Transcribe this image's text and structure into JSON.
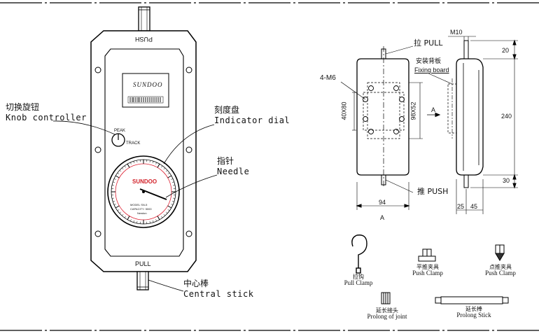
{
  "device": {
    "top_label": "PUSH",
    "bottom_label": "PULL",
    "brand": "SUNDOO",
    "knob_peak": "PEAK",
    "knob_track": "TRACK",
    "dial_brand": "SUNDOO",
    "dial_model": "MODEL SN-5",
    "dial_capacity": "CAPACITY: 5000",
    "dial_unit": "Newton"
  },
  "callouts": {
    "knob_cn": "切换旋钮",
    "knob_en": "Knob controller",
    "dial_cn": "刻度盘",
    "dial_en": "Indicator dial",
    "needle_cn": "指针",
    "needle_en": "Needle",
    "stick_cn": "中心棒",
    "stick_en": "Central stick"
  },
  "drawing": {
    "screw_label": "4-M6",
    "dim_40x80": "40X80",
    "dim_98x52": "98X52",
    "view_a": "A",
    "width_94": "94",
    "view_a_bottom": "A",
    "pull_label": "拉 PULL",
    "push_label": "推 PUSH",
    "m10": "M10",
    "fixing_cn": "安装背板",
    "fixing_en": "Fixing board",
    "dim_20": "20",
    "dim_240": "240",
    "dim_30": "30",
    "dim_25": "25",
    "dim_45": "45"
  },
  "accessories": [
    {
      "cn": "拉钩",
      "en": "Pull Clamp"
    },
    {
      "cn": "平推夹具",
      "en": "Push Clamp"
    },
    {
      "cn": "点推夹具",
      "en": "Push Clamp"
    },
    {
      "cn": "延长接头",
      "en": "Prolong of joint"
    },
    {
      "cn": "延长棒",
      "en": "Prolong Stick"
    }
  ]
}
